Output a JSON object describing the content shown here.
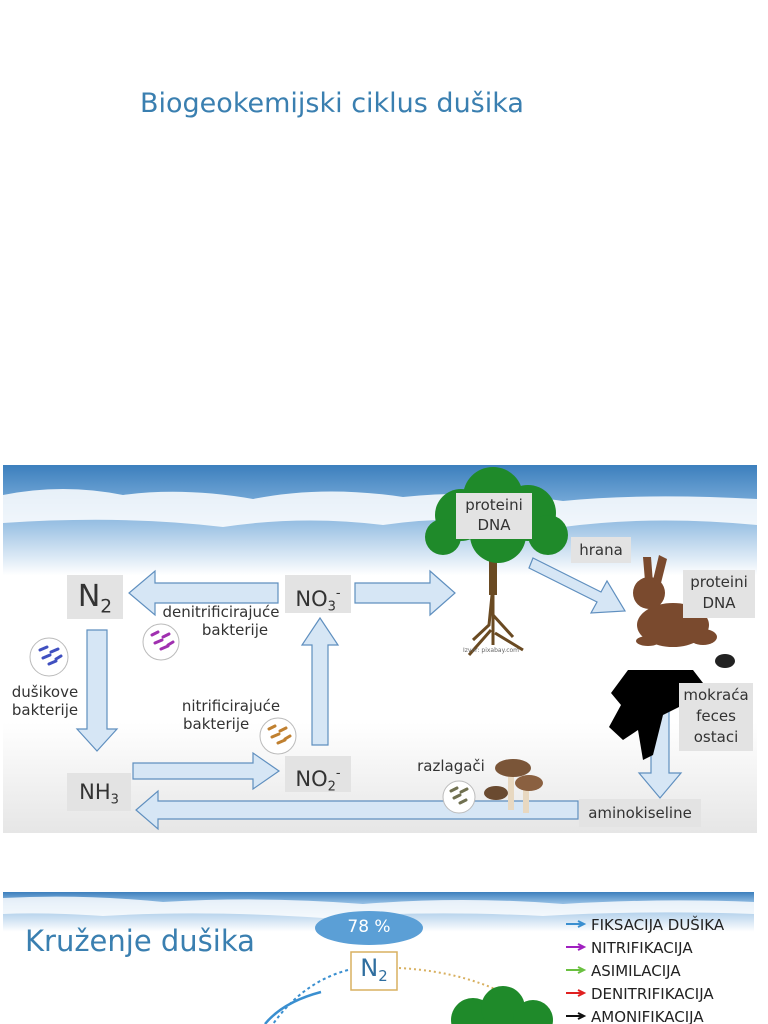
{
  "page": {
    "title": "Biogeokemijski ciklus dušika"
  },
  "cycle_slide": {
    "n2": {
      "base": "N",
      "sub": "2"
    },
    "no3": {
      "base": "NO",
      "sub": "3",
      "sup": "-"
    },
    "no2": {
      "base": "NO",
      "sub": "2",
      "sup": "-"
    },
    "nh3": {
      "base": "NH",
      "sub": "3"
    },
    "tree_box": {
      "line1": "proteini",
      "line2": "DNA"
    },
    "hrana": "hrana",
    "rabbit_box": {
      "line1": "proteini",
      "line2": "DNA"
    },
    "waste_box": {
      "line1": "mokraća",
      "line2": "feces",
      "line3": "ostaci"
    },
    "aminokiseline": "aminokiseline",
    "denitrif": {
      "line1": "denitrificirajuće",
      "line2": "bakterije"
    },
    "nitrif": {
      "line1": "nitrificirajuće",
      "line2": "bakterije"
    },
    "dusikove": {
      "line1": "dušikove",
      "line2": "bakterije"
    },
    "razlagaci": "razlagači",
    "credit": "Izvor: pixabay.com",
    "colors": {
      "arrow_fill": "#d6e6f5",
      "arrow_stroke": "#5f8fbf",
      "tree_green": "#1f8a2a",
      "rabbit_brown": "#7a4a2e",
      "sky": "#3c7fbd"
    }
  },
  "kruzenje_slide": {
    "title": "Kruženje dušika",
    "percent": "78 %",
    "n2": {
      "base": "N",
      "sub": "2"
    },
    "legend": [
      {
        "label": "FIKSACIJA DUŠIKA",
        "color": "#3a8fd0"
      },
      {
        "label": "NITRIFIKACIJA",
        "color": "#a020c0"
      },
      {
        "label": "ASIMILACIJA",
        "color": "#6ac040"
      },
      {
        "label": "DENITRIFIKACIJA",
        "color": "#e02020"
      },
      {
        "label": "AMONIFIKACIJA",
        "color": "#111111"
      }
    ]
  }
}
